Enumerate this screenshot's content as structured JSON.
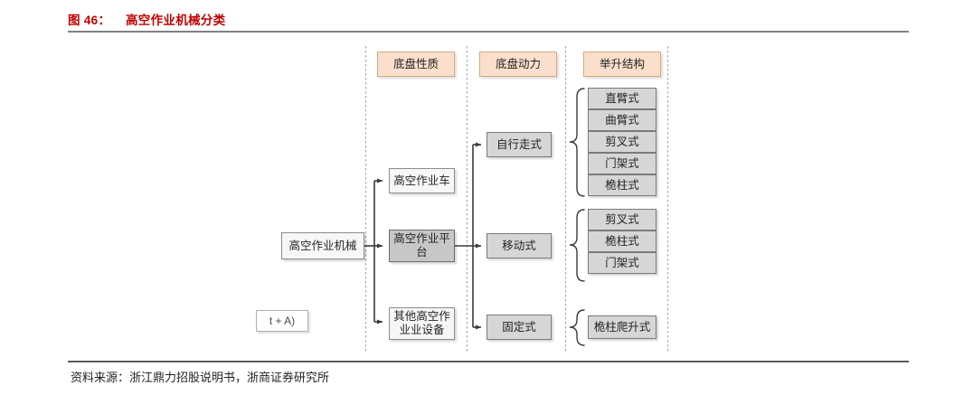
{
  "figure": {
    "label": "图 46：",
    "title": "高空作业机械分类"
  },
  "source": {
    "text": "资料来源：浙江鼎力招股说明书，浙商证券研究所"
  },
  "diagram": {
    "headers": [
      {
        "label": "底盘性质"
      },
      {
        "label": "底盘动力"
      },
      {
        "label": "举升结构"
      }
    ],
    "root": {
      "label": "高空作业机械"
    },
    "artifact": {
      "label": "t + A)"
    },
    "chassis_nature": [
      {
        "label": "高空作业车"
      },
      {
        "label": "高空作业平台"
      },
      {
        "label": "其他高空作业业设备"
      }
    ],
    "chassis_power": [
      {
        "label": "自行走式"
      },
      {
        "label": "移动式"
      },
      {
        "label": "固定式"
      }
    ],
    "lift_structure_groups": [
      {
        "for": "自行走式",
        "items": [
          {
            "label": "直臂式"
          },
          {
            "label": "曲臂式"
          },
          {
            "label": "剪叉式"
          },
          {
            "label": "门架式"
          },
          {
            "label": "桅柱式"
          }
        ]
      },
      {
        "for": "移动式",
        "items": [
          {
            "label": "剪叉式"
          },
          {
            "label": "桅柱式"
          },
          {
            "label": "门架式"
          }
        ]
      },
      {
        "for": "固定式",
        "items": [
          {
            "label": "桅柱爬升式"
          }
        ]
      }
    ]
  },
  "colors": {
    "title_red": "#c00000",
    "header_fill": "#fae0cc",
    "node_gray": "#c7c7c7",
    "node_light": "#d6d6d6",
    "node_white": "#f7f7f7",
    "line": "#3a3a3a",
    "dashed": "#aaaaaa"
  }
}
